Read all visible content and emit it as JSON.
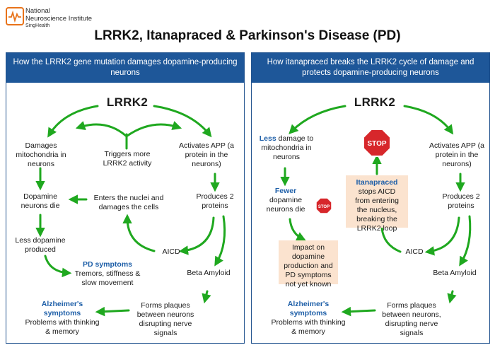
{
  "logo": {
    "line1": "National",
    "line2": "Neuroscience Institute",
    "line3": "SingHealth",
    "color": "#e8731a"
  },
  "title": "LRRK2, Itanapraced & Parkinson's Disease (PD)",
  "colors": {
    "header_blue": "#1e5799",
    "arrow_green": "#1fa81f",
    "box_peach": "#fbe3cf",
    "accent_blue": "#1e5fa8",
    "stop_red": "#d7272b"
  },
  "left_panel": {
    "header": "How the LRRK2 gene mutation damages dopamine-producing neurons",
    "lrrk2": "LRRK2",
    "damages_mito": "Damages mitochondria in neurons",
    "triggers": "Triggers more LRRK2 activity",
    "activates_app": "Activates APP (a protein in the neurons)",
    "dopamine_die": "Dopamine neurons die",
    "enters_nuclei": "Enters the nuclei and damages the cells",
    "produces": "Produces 2 proteins",
    "less_dopamine": "Less dopamine produced",
    "aicd": "AICD",
    "pd_title": "PD symptoms",
    "pd_text": "Tremors, stiffness & slow movement",
    "beta": "Beta Amyloid",
    "alz_title": "Alzheimer's symptoms",
    "alz_text": "Problems with thinking & memory",
    "plaques": "Forms plaques between neurons disrupting nerve signals"
  },
  "right_panel": {
    "header": "How itanapraced breaks the LRRK2 cycle of damage and protects dopamine-producing neurons",
    "lrrk2": "LRRK2",
    "less_word": "Less",
    "less_rest": "damage to mitochondria in neurons",
    "stop": "STOP",
    "activates_app": "Activates APP (a protein in the neurons)",
    "fewer_word": "Fewer",
    "fewer_rest": "dopamine neurons die",
    "itan_title": "Itanapraced",
    "itan_text": "stops AICD from entering the nucleus, breaking the LRRK2 loop",
    "produces": "Produces 2 proteins",
    "impact": "Impact on dopamine production and PD symptoms not yet known",
    "aicd": "AICD",
    "beta": "Beta Amyloid",
    "alz_title": "Alzheimer's symptoms",
    "alz_text": "Problems with thinking & memory",
    "plaques": "Forms plaques between neurons, disrupting nerve signals"
  }
}
